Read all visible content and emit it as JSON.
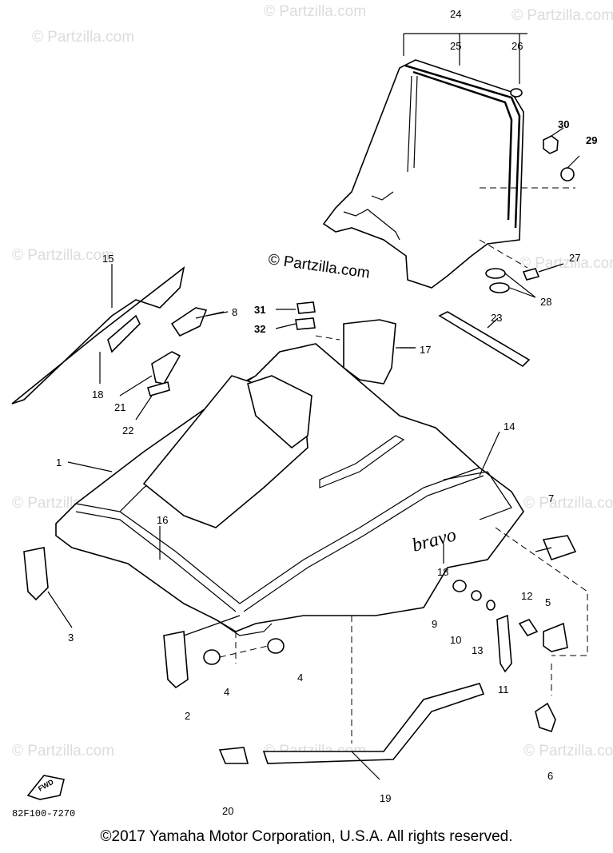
{
  "watermark": "© Partzilla.com",
  "center_watermark": "© Partzilla.com",
  "brand_text": "bravo",
  "diagram_code": "82F100-7270",
  "fwd_label": "FWD",
  "copyright": "©2017  Yamaha Motor Corporation, U.S.A. All rights reserved.",
  "callouts": {
    "c1": "1",
    "c2": "2",
    "c3": "3",
    "c4a": "4",
    "c4b": "4",
    "c5": "5",
    "c6": "6",
    "c7": "7",
    "c8": "8",
    "c9": "9",
    "c10": "10",
    "c11": "11",
    "c12": "12",
    "c13": "13",
    "c14": "14",
    "c15": "15",
    "c16": "16",
    "c17": "17",
    "c18a": "18",
    "c18b": "18",
    "c19": "19",
    "c20": "20",
    "c21": "21",
    "c22": "22",
    "c23": "23",
    "c24": "24",
    "c25": "25",
    "c26": "26",
    "c27": "27",
    "c28": "28",
    "c29": "29",
    "c30": "30",
    "c31": "31",
    "c32": "32"
  }
}
